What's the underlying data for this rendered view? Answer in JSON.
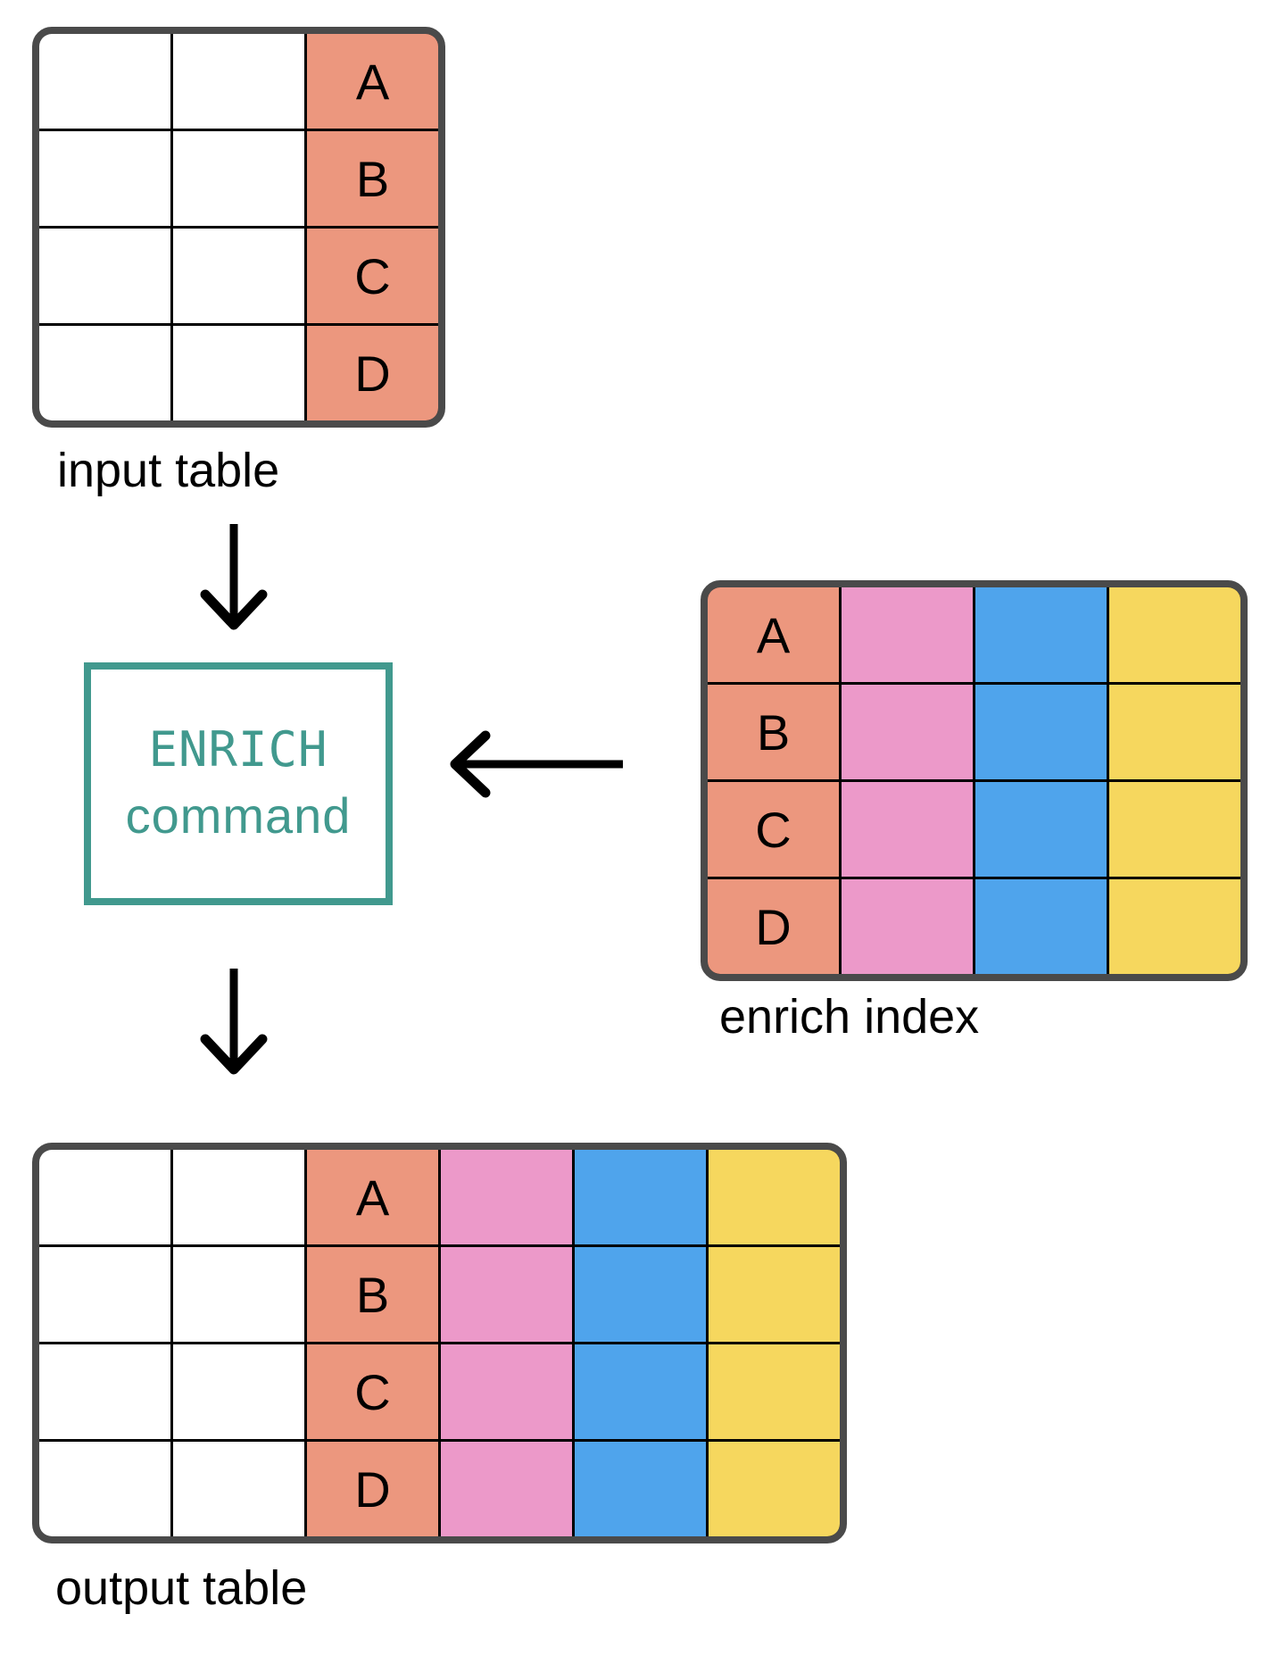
{
  "diagram": {
    "colors": {
      "salmon": "#EC977E",
      "pink": "#EC99C9",
      "blue": "#4FA4EC",
      "yellow": "#F6D75E",
      "white": "#FFFFFF",
      "teal": "#41998E",
      "table_border": "#4A4A4A",
      "gridline": "#000000",
      "arrow": "#000000",
      "text": "#000000"
    },
    "tables": {
      "input": {
        "label": "input table",
        "row_count": 4,
        "columns": [
          {
            "color": "white",
            "letters": [
              "",
              "",
              "",
              ""
            ]
          },
          {
            "color": "white",
            "letters": [
              "",
              "",
              "",
              ""
            ]
          },
          {
            "color": "salmon",
            "letters": [
              "A",
              "B",
              "C",
              "D"
            ]
          }
        ]
      },
      "enrich": {
        "label": "enrich index",
        "row_count": 4,
        "columns": [
          {
            "color": "salmon",
            "letters": [
              "A",
              "B",
              "C",
              "D"
            ]
          },
          {
            "color": "pink",
            "letters": [
              "",
              "",
              "",
              ""
            ]
          },
          {
            "color": "blue",
            "letters": [
              "",
              "",
              "",
              ""
            ]
          },
          {
            "color": "yellow",
            "letters": [
              "",
              "",
              "",
              ""
            ]
          }
        ]
      },
      "output": {
        "label": "output table",
        "row_count": 4,
        "columns": [
          {
            "color": "white",
            "letters": [
              "",
              "",
              "",
              ""
            ]
          },
          {
            "color": "white",
            "letters": [
              "",
              "",
              "",
              ""
            ]
          },
          {
            "color": "salmon",
            "letters": [
              "A",
              "B",
              "C",
              "D"
            ]
          },
          {
            "color": "pink",
            "letters": [
              "",
              "",
              "",
              ""
            ]
          },
          {
            "color": "blue",
            "letters": [
              "",
              "",
              "",
              ""
            ]
          },
          {
            "color": "yellow",
            "letters": [
              "",
              "",
              "",
              ""
            ]
          }
        ]
      }
    },
    "command_box": {
      "line1": "ENRICH",
      "line2": "command"
    },
    "arrows": [
      {
        "id": "input-to-enrich-command",
        "direction": "down"
      },
      {
        "id": "enrich-index-to-enrich-command",
        "direction": "left"
      },
      {
        "id": "enrich-command-to-output",
        "direction": "down"
      }
    ]
  }
}
